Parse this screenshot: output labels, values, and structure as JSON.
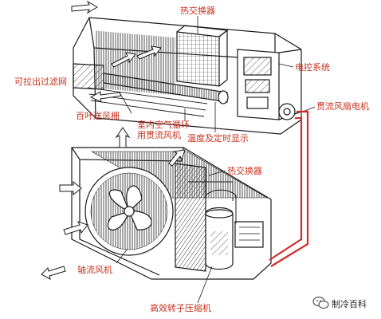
{
  "labels": {
    "indoor_heat_exchanger": "热交换器",
    "electric_control": "电控系统",
    "filter": "可拉出过滤网",
    "crossflow_motor": "贯流风扇电机",
    "louver": "百叶送风栅",
    "indoor_fan": "室内空气循环\n用贯流风机",
    "temp_timer": "温度及定时显示",
    "outdoor_heat_exchanger": "热交换器",
    "axial_fan": "轴流风机",
    "compressor": "高效转子压缩机"
  },
  "watermark": {
    "text": "制冷百科",
    "icon": "wechat-logo-icon"
  },
  "colors": {
    "label": "#c8321e",
    "pipe": "#d22a2a",
    "line": "#1a1a1a"
  }
}
